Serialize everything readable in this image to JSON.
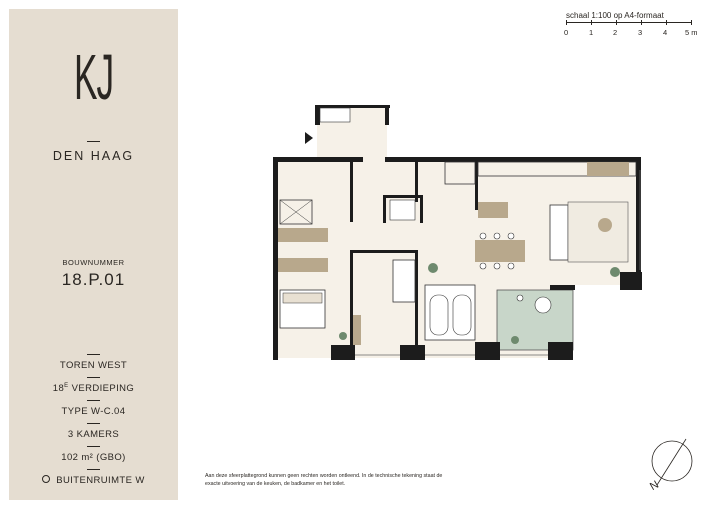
{
  "brand": {
    "logo": "KJ",
    "city": "DEN HAAG"
  },
  "unit": {
    "label": "BOUWNUMMER",
    "number": "18.P.01"
  },
  "specs": {
    "tower": "TOREN WEST",
    "floor": "18E VERDIEPING",
    "type": "TYPE W-C.04",
    "rooms": "3 KAMERS",
    "area": "102 m² (GBO)",
    "outdoor": "BUITENRUIMTE W"
  },
  "scale": {
    "label": "schaal 1:100 op A4-formaat",
    "ticks": [
      "0",
      "1",
      "2",
      "3",
      "4",
      "5 m"
    ]
  },
  "disclaimer": "Aan deze sfeerplattegrond kunnen geen rechten worden ontleend. In de technische tekening staat de exacte uitvoering van de keuken, de badkamer en het toilet.",
  "compass": {
    "letter": "N"
  },
  "colors": {
    "sidebar": "#e5ddd1",
    "floor": "#f6f1e8",
    "walls": "#1c1c1c",
    "cabinet": "#b8a88c",
    "balcony": "#c8d6c9"
  },
  "icons": [
    "sun-icon",
    "north-arrow-icon",
    "entrance-arrow-icon"
  ]
}
